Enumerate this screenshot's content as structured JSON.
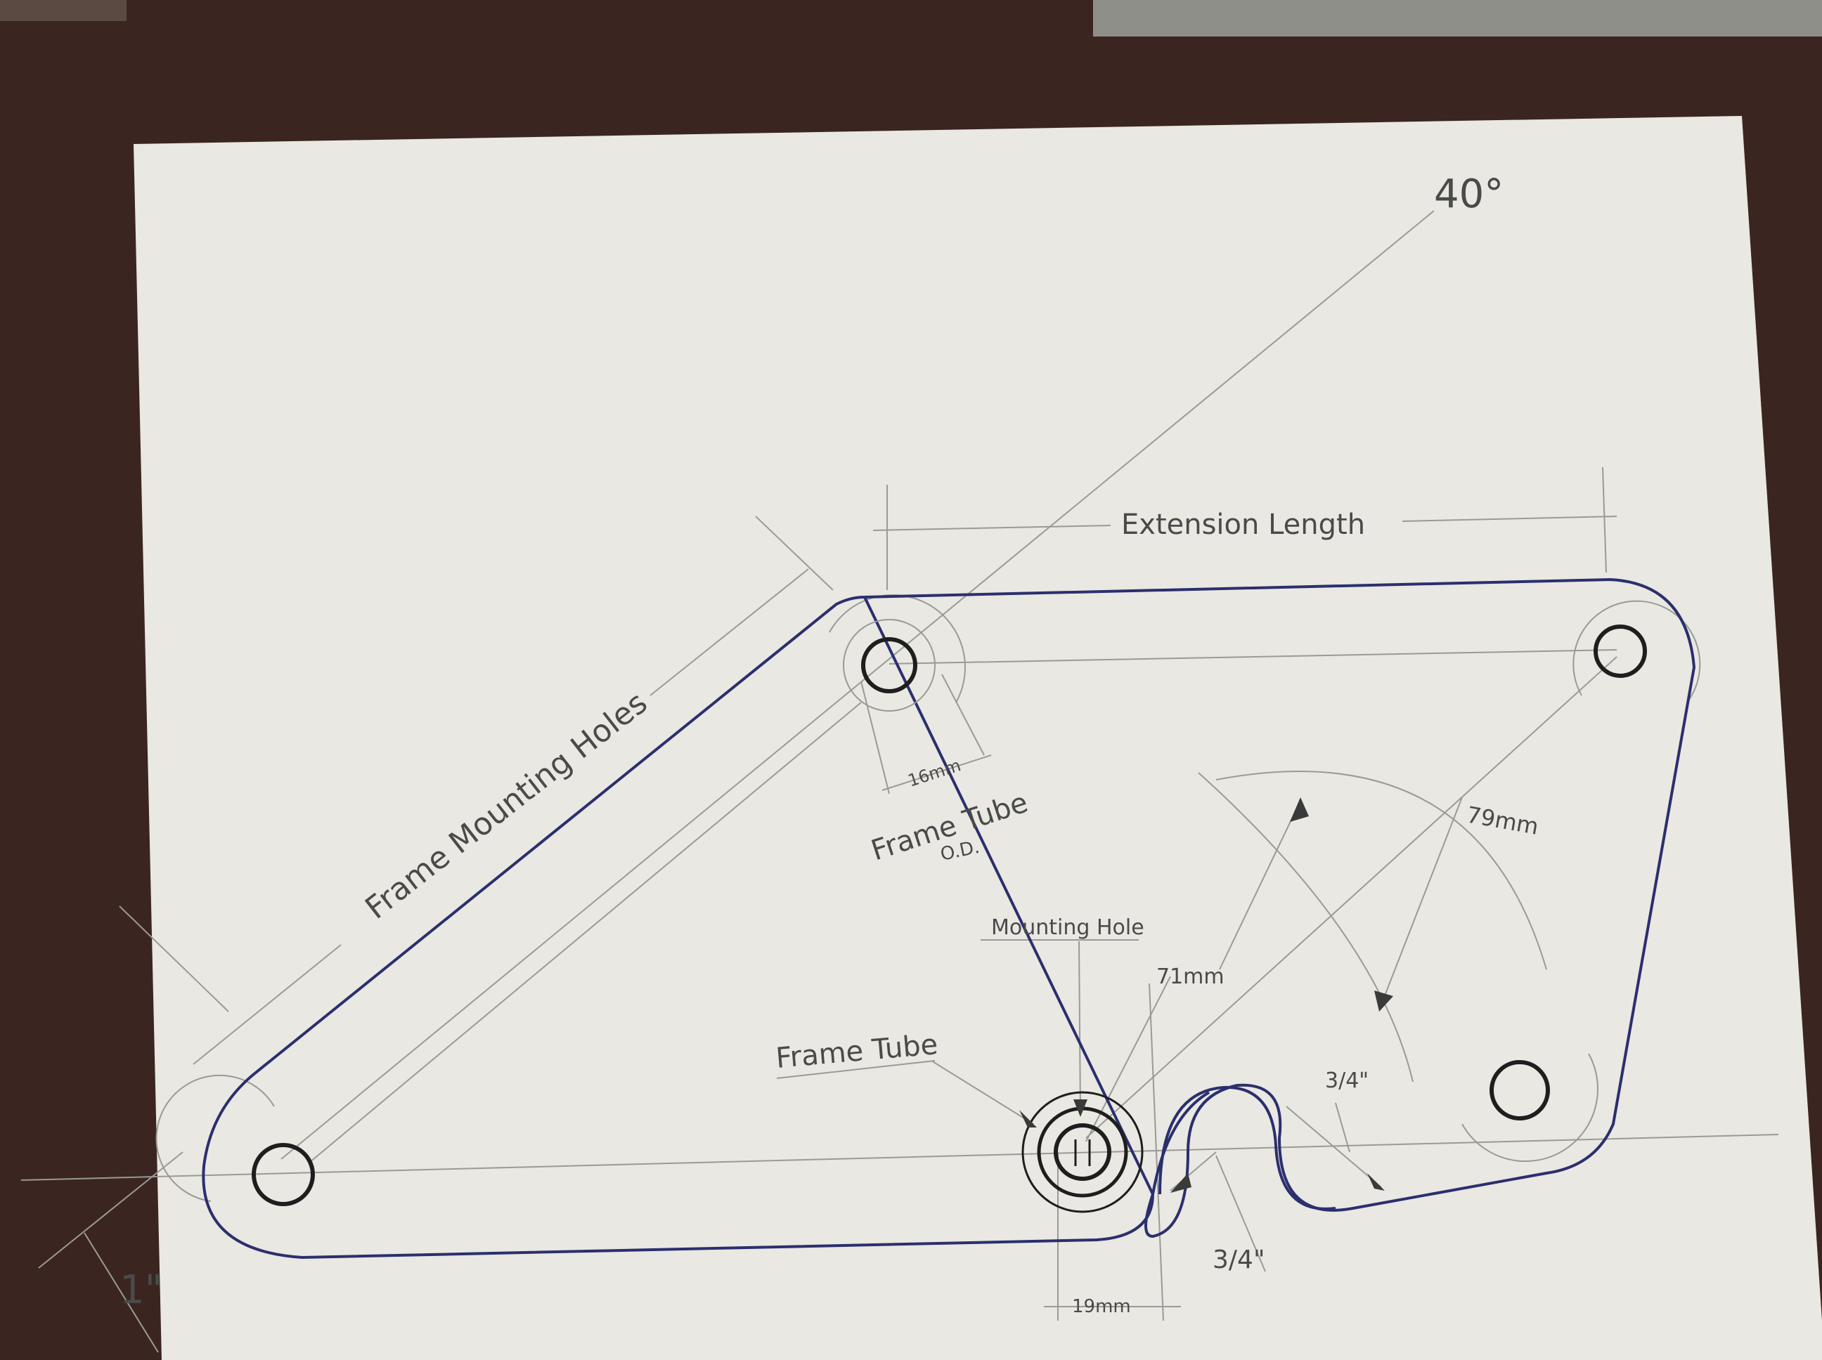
{
  "colors": {
    "table": "#3b2520",
    "paper": "#e9e8e2",
    "pencil": "#9a9a96",
    "ink": "#2b2f6e",
    "hole": "#1e1e1e",
    "text": "#4a4a4a"
  },
  "labels": {
    "angle": "40°",
    "extension_length": "Extension Length",
    "frame_mounting_holes": "Frame Mounting Holes",
    "sixteen_mm": "16mm",
    "frame_tube_od_line1": "Frame Tube",
    "frame_tube_od_line2": "O.D.",
    "seventy_nine_mm": "79mm",
    "mounting_hole": "Mounting Hole",
    "seventy_one_mm": "71mm",
    "frame_tube": "Frame Tube",
    "three_quarter_top": "3/4\"",
    "three_quarter_bottom": "3/4\"",
    "one_inch": "1\"",
    "nineteen_mm": "19mm"
  }
}
